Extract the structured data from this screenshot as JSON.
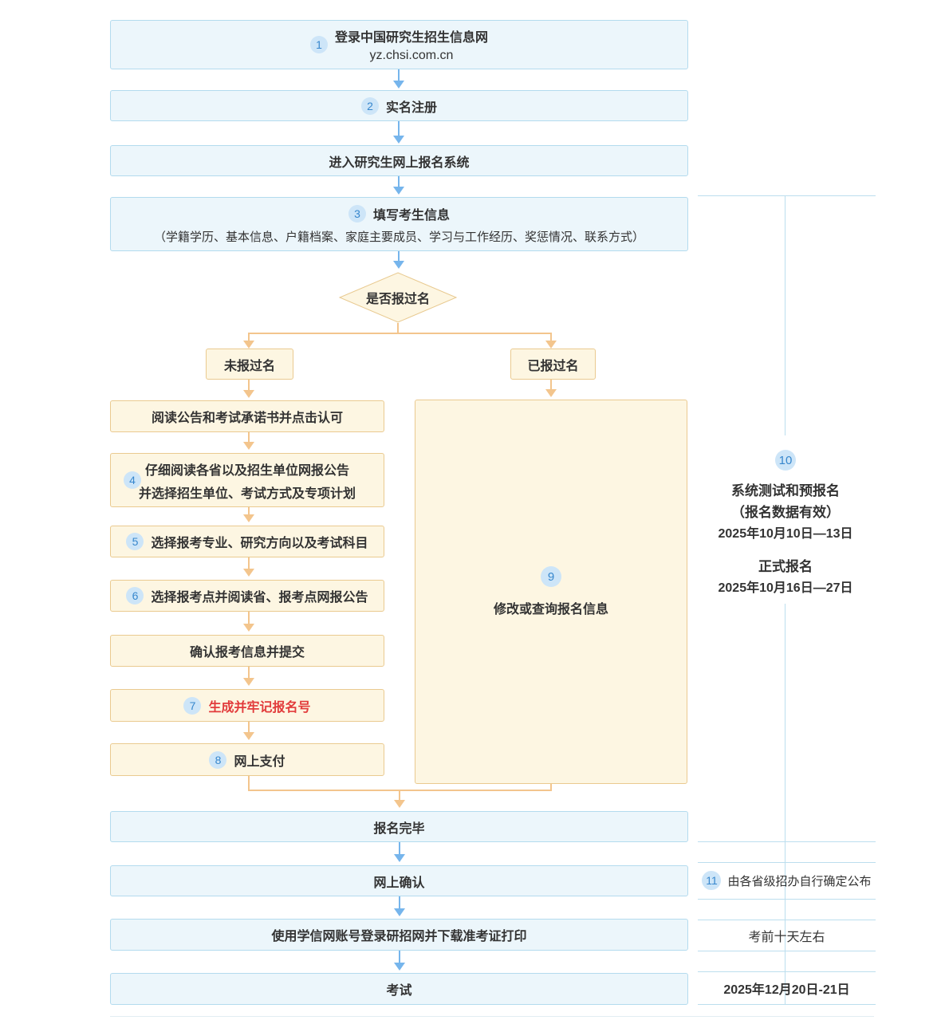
{
  "palette": {
    "blue_box_bg": "#ecf6fb",
    "blue_box_border": "#b3dbee",
    "orange_box_bg": "#fdf6e2",
    "orange_box_border": "#eaca90",
    "blue_arrow": "#76b5ec",
    "orange_arrow": "#f3c58d",
    "badge_bg": "#cde5f8",
    "badge_text": "#3787cd",
    "emphasis_red": "#e23b3b",
    "sidebar_line": "#bcdeee",
    "text": "#333333"
  },
  "flow": {
    "step1": {
      "badge": "1",
      "line1": "登录中国研究生招生信息网",
      "line2": "yz.chsi.com.cn"
    },
    "step2": {
      "badge": "2",
      "label": "实名注册"
    },
    "step3": {
      "label": "进入研究生网上报名系统"
    },
    "step4": {
      "badge": "3",
      "label": "填写考生信息",
      "sub": "（学籍学历、基本信息、户籍档案、家庭主要成员、学习与工作经历、奖惩情况、联系方式）"
    },
    "decision": {
      "label": "是否报过名"
    },
    "branch_no": {
      "label": "未报过名"
    },
    "branch_yes": {
      "label": "已报过名"
    },
    "left_steps": [
      {
        "label": "阅读公告和考试承诺书并点击认可"
      },
      {
        "badge": "4",
        "line1": "仔细阅读各省以及招生单位网报公告",
        "line2": "并选择招生单位、考试方式及专项计划"
      },
      {
        "badge": "5",
        "label": "选择报考专业、研究方向以及考试科目"
      },
      {
        "badge": "6",
        "label": "选择报考点并阅读省、报考点网报公告"
      },
      {
        "label": "确认报考信息并提交"
      },
      {
        "badge": "7",
        "label": "生成并牢记报名号"
      },
      {
        "badge": "8",
        "label": "网上支付"
      }
    ],
    "modify_box": {
      "badge": "9",
      "label": "修改或查询报名信息"
    },
    "finish": {
      "label": "报名完毕"
    },
    "confirm": {
      "label": "网上确认"
    },
    "download": {
      "label": "使用学信网账号登录研招网并下载准考证打印"
    },
    "exam": {
      "label": "考试"
    }
  },
  "sidebar": {
    "schedule": {
      "badge": "10",
      "title1": "系统测试和预报名",
      "title2": "（报名数据有效）",
      "date1": "2025年10月10日—13日",
      "title3": "正式报名",
      "date2": "2025年10月16日—27日"
    },
    "confirm_note": {
      "badge": "11",
      "label": "由各省级招办自行确定公布"
    },
    "download_note": {
      "label": "考前十天左右"
    },
    "exam_date": {
      "label": "2025年12月20日-21日"
    }
  }
}
